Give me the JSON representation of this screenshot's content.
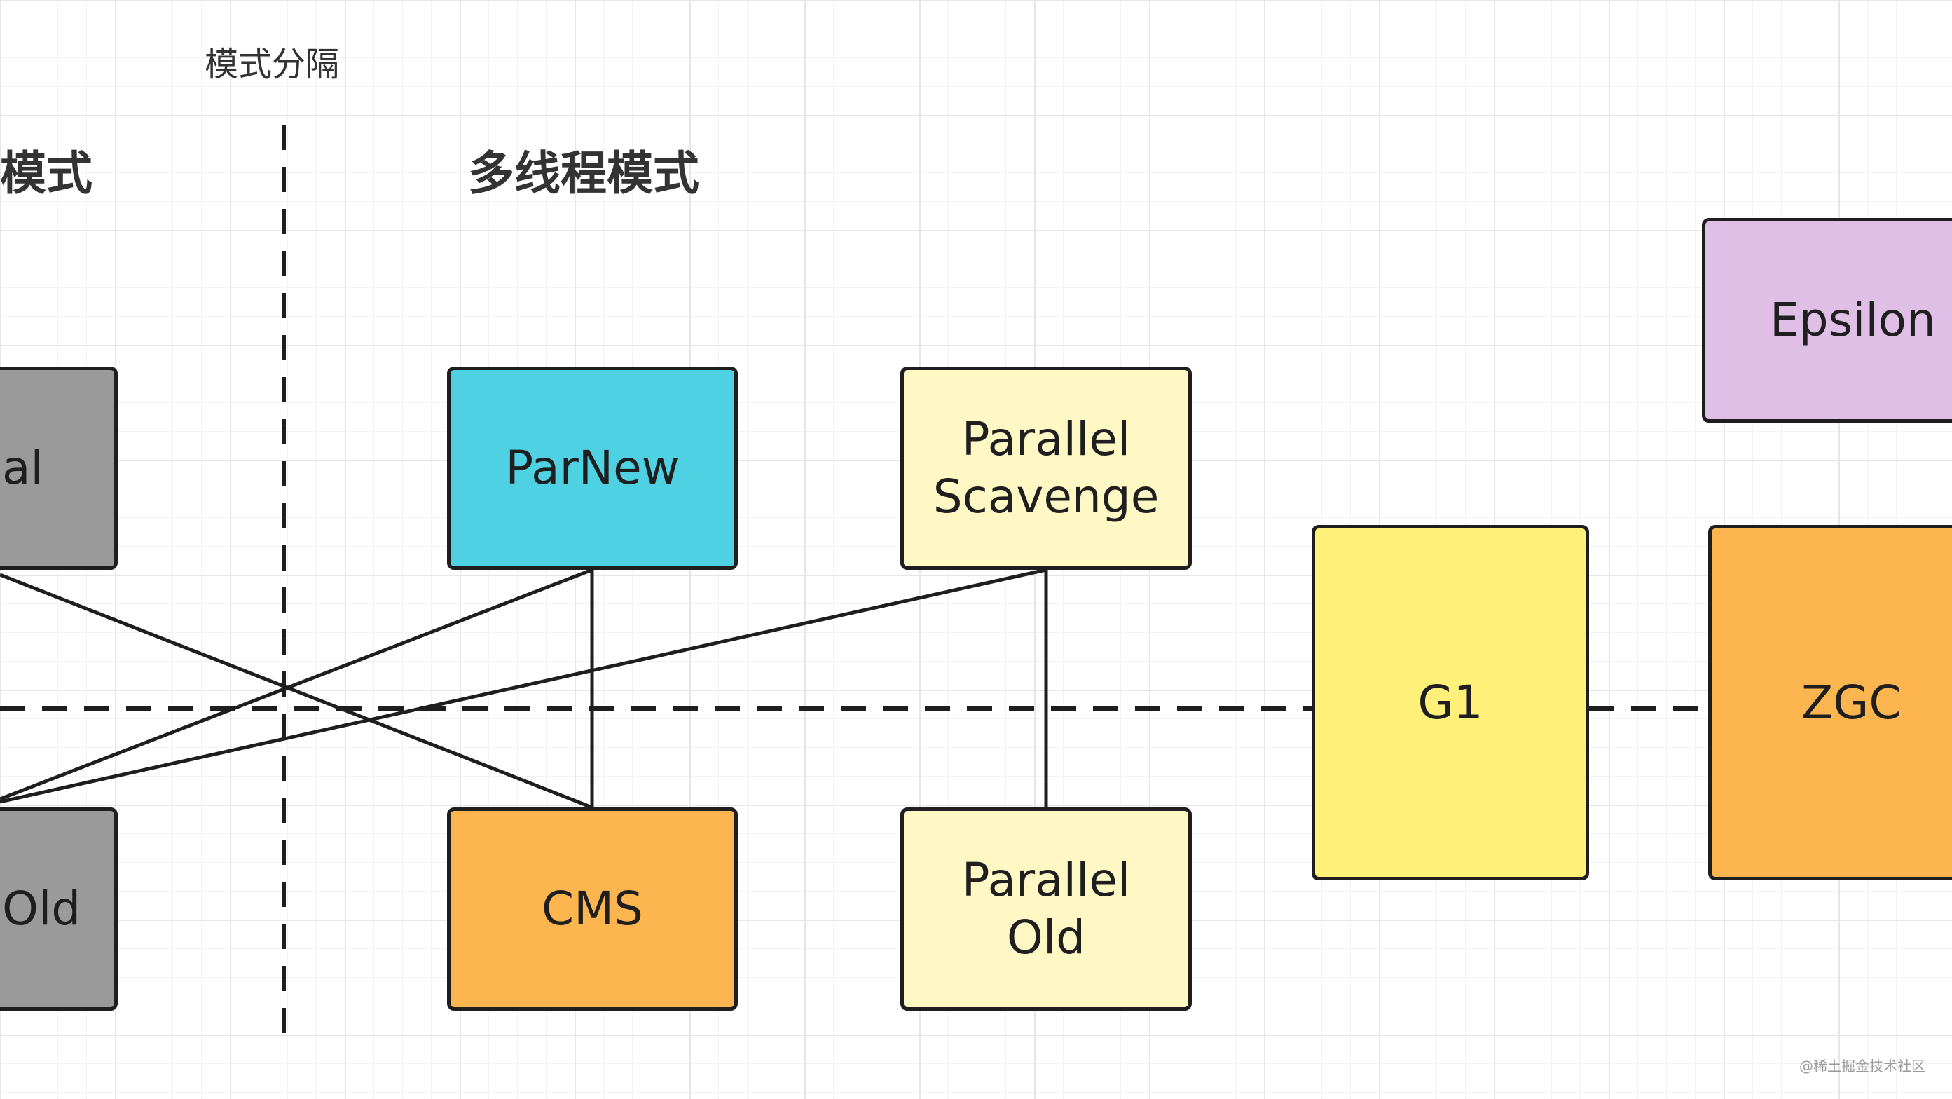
{
  "divider_label": "模式分隔",
  "sections": {
    "left_partial": "模式",
    "multithread": "多线程模式"
  },
  "nodes": {
    "serial_partial": {
      "label": "al",
      "color": "#9a9a9a"
    },
    "serial_old_partial": {
      "label": "Old",
      "color": "#9a9a9a"
    },
    "parnew": {
      "label": "ParNew",
      "color": "#4dd1e3"
    },
    "cms": {
      "label": "CMS",
      "color": "#fdb64f"
    },
    "parallel_scavenge": {
      "label": "Parallel\nScavenge",
      "color": "#fff8c4"
    },
    "parallel_old": {
      "label": "Parallel\nOld",
      "color": "#fff8c4"
    },
    "g1": {
      "label": "G1",
      "color": "#fff07a"
    },
    "zgc": {
      "label": "ZGC",
      "color": "#fdb64f"
    },
    "epsilon": {
      "label": "Epsilon",
      "color": "#e0bfe6"
    }
  },
  "watermark": "@稀土掘金技术社区"
}
